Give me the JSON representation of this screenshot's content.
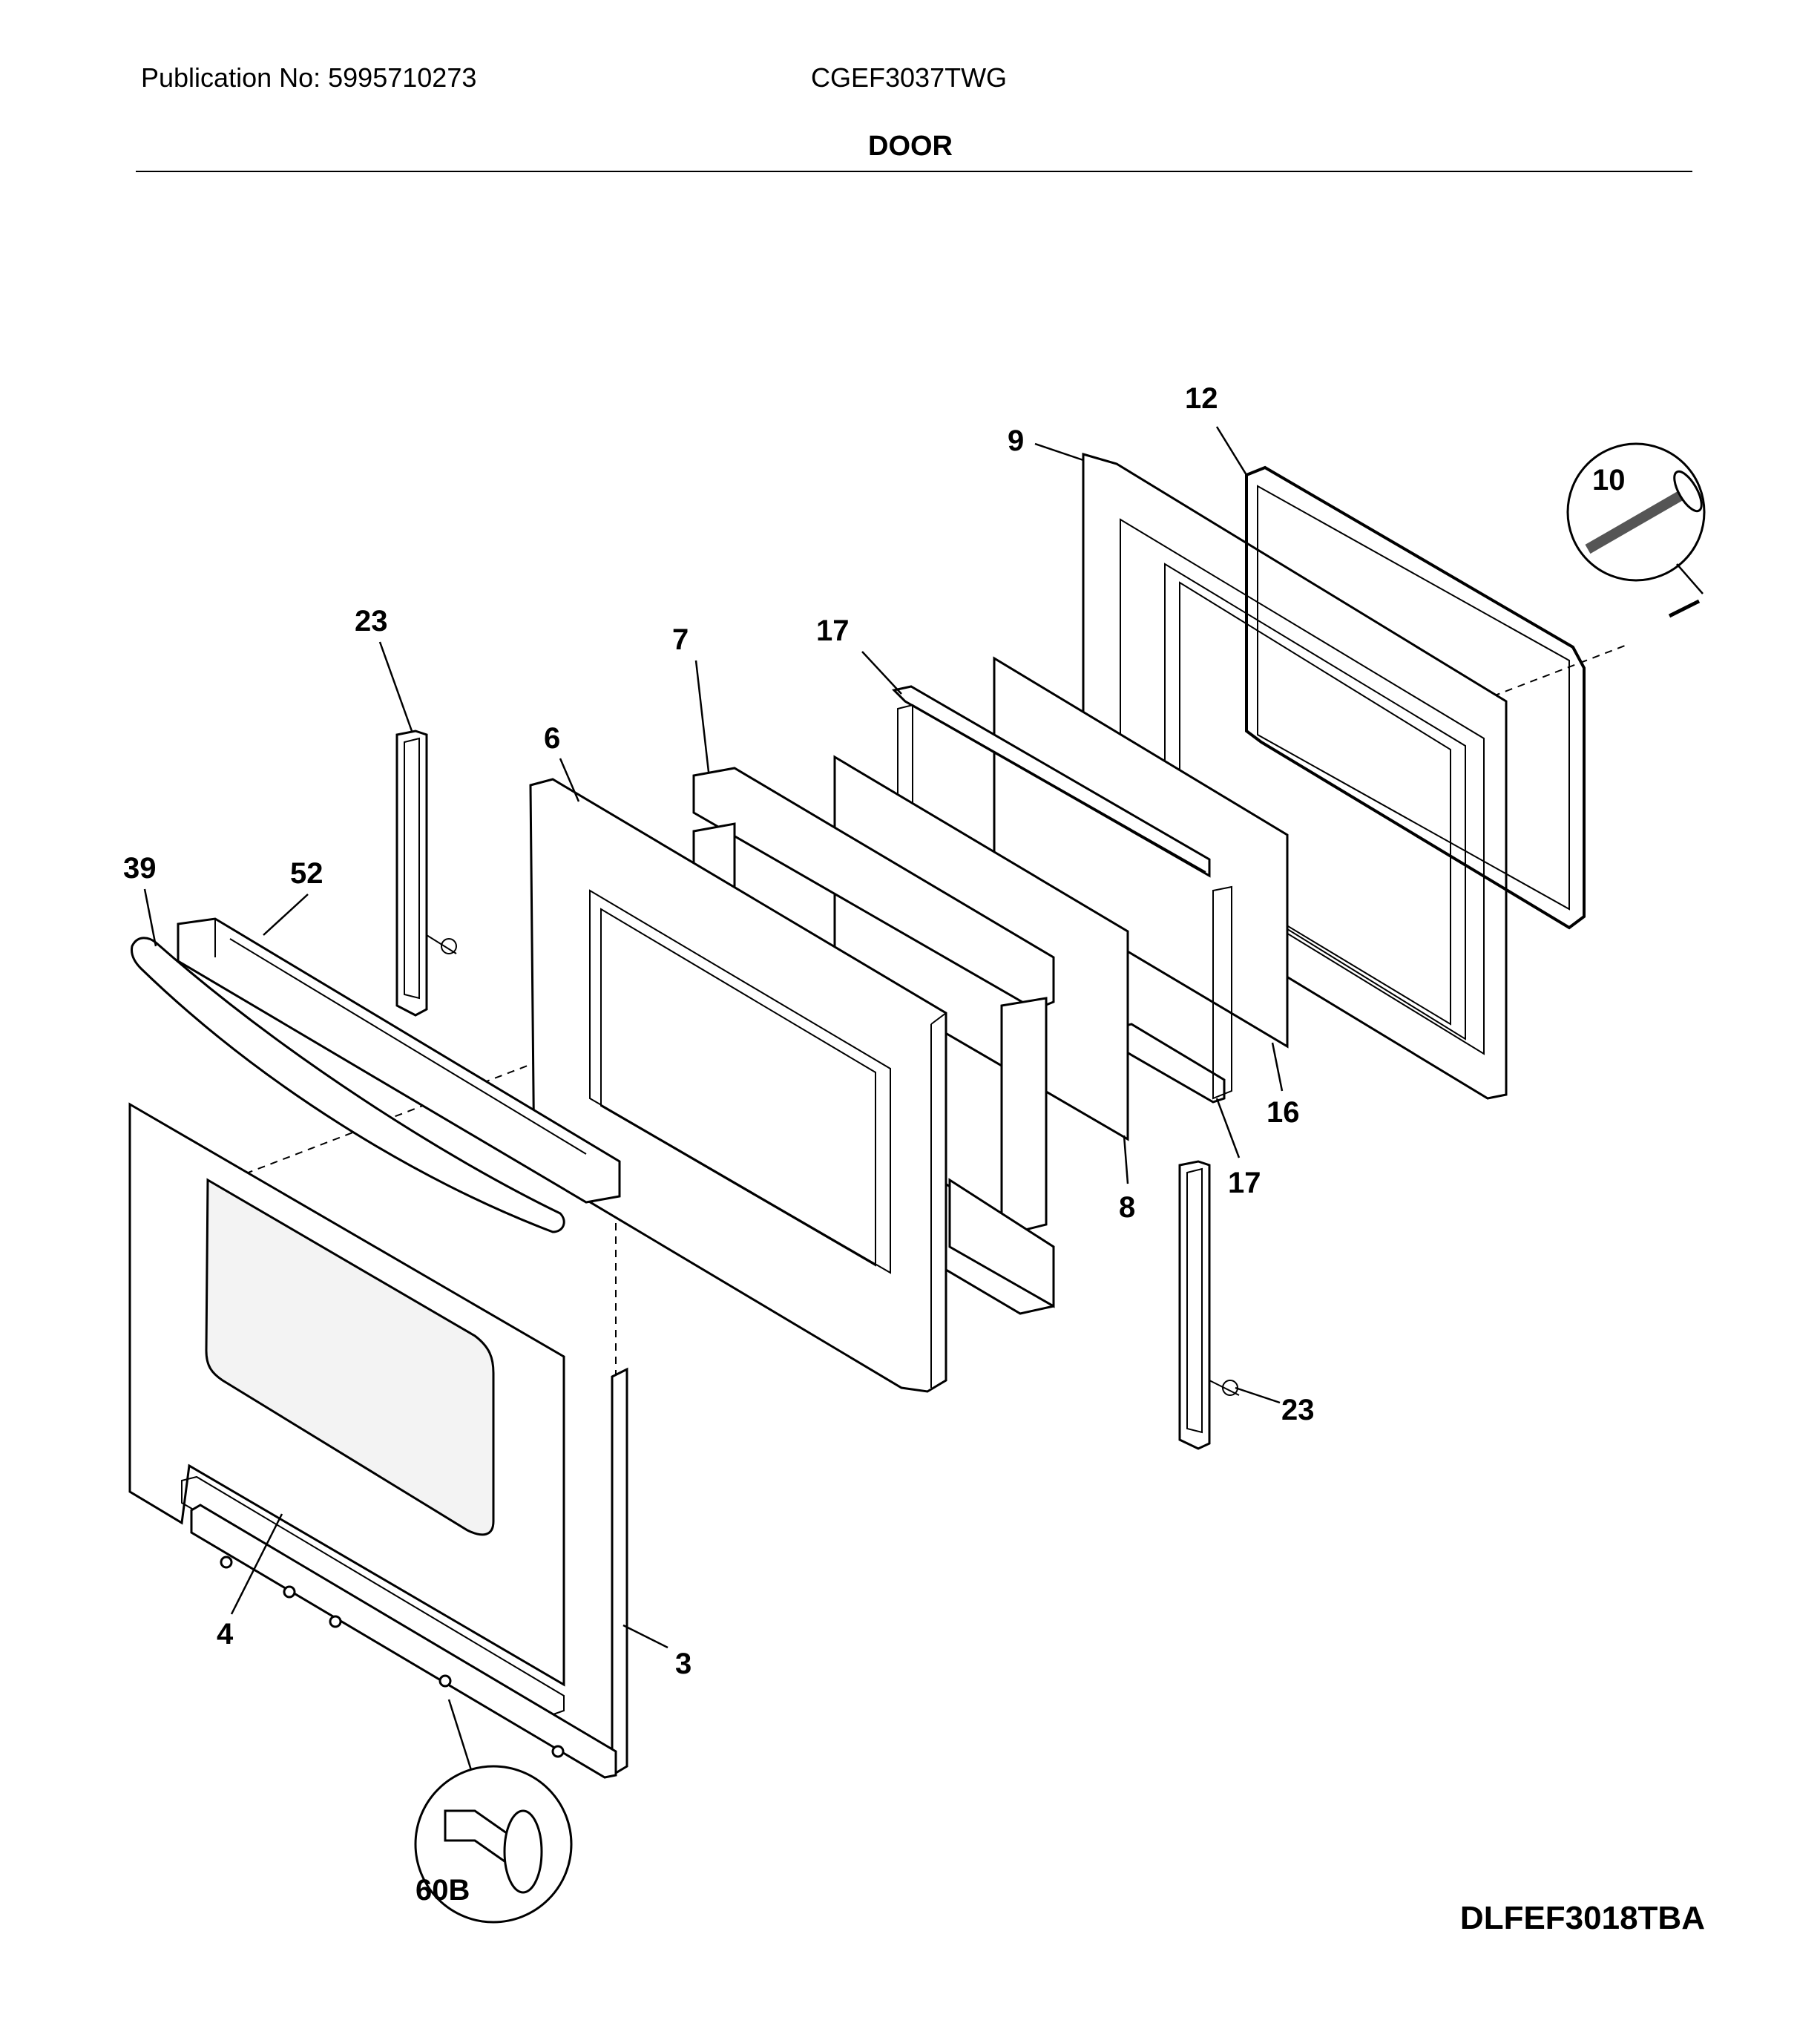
{
  "header": {
    "publication": "Publication No: 5995710273",
    "model": "CGEF3037TWG",
    "section_title": "DOOR"
  },
  "footer": {
    "diagram_code": "DLFEF3018TBA"
  },
  "callouts": {
    "c3": "3",
    "c4": "4",
    "c6": "6",
    "c7": "7",
    "c8": "8",
    "c9": "9",
    "c10": "10",
    "c12": "12",
    "c16": "16",
    "c17a": "17",
    "c17b": "17",
    "c23a": "23",
    "c23b": "23",
    "c39": "39",
    "c52": "52",
    "c60b": "60B"
  }
}
